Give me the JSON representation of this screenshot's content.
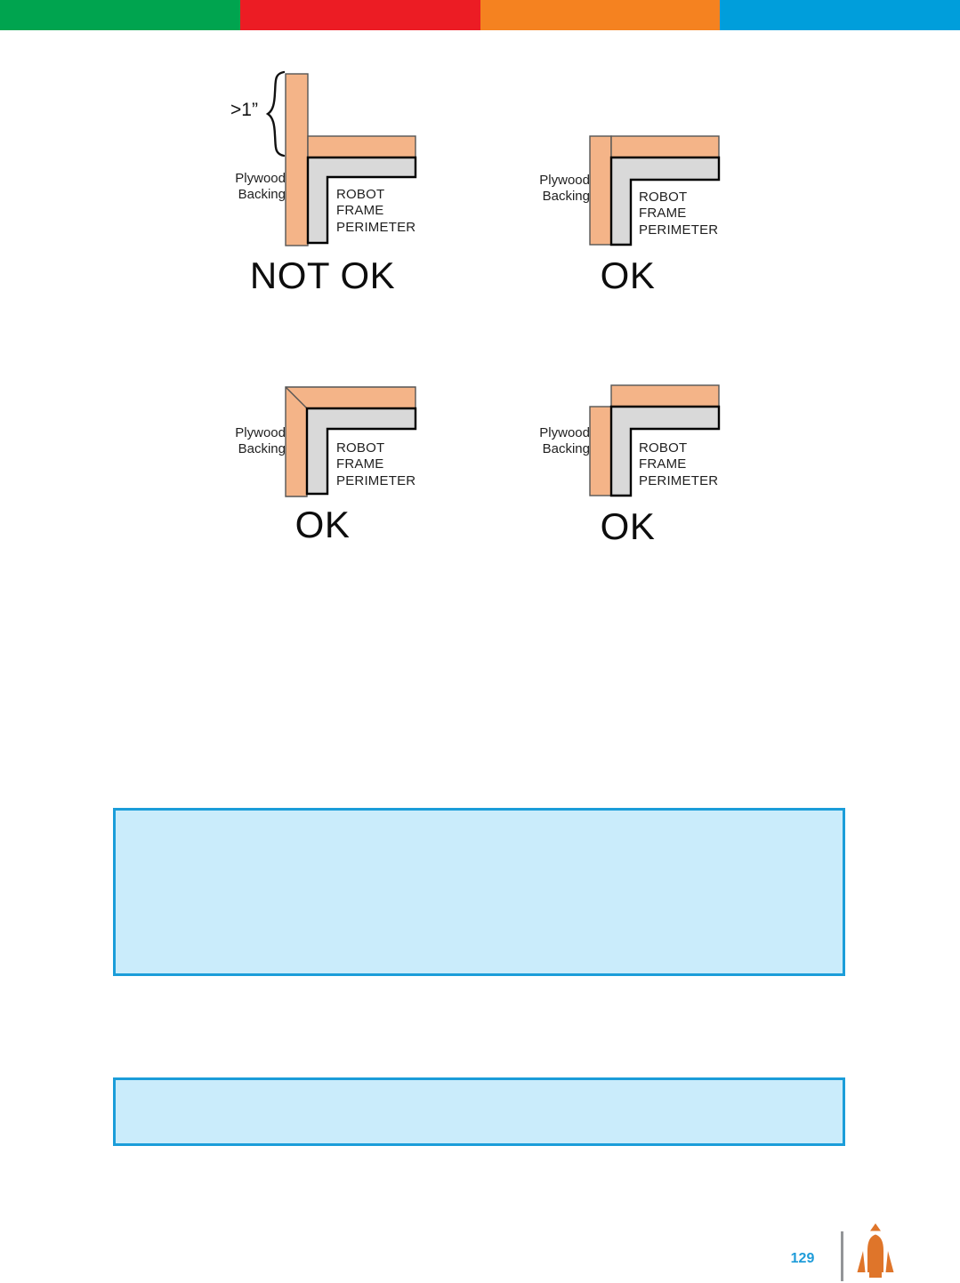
{
  "page": {
    "number": "129"
  },
  "header_bar": {
    "segments": [
      {
        "name": "green-segment",
        "color": "#00A44F"
      },
      {
        "name": "red-segment",
        "color": "#EC1C24"
      },
      {
        "name": "orange-segment",
        "color": "#F58220"
      },
      {
        "name": "blue-segment",
        "color": "#009EDB"
      }
    ]
  },
  "figure": {
    "colors": {
      "plywood_fill": "#F4B488",
      "frame_fill": "#D9D9D9",
      "frame_outline": "#000000"
    },
    "diagrams": [
      {
        "position": "top-left",
        "verdict": "NOT OK",
        "dimension_note": ">1”",
        "backing_label": [
          "Plywood",
          "Backing"
        ],
        "frame_label": [
          "ROBOT",
          "FRAME",
          "PERIMETER"
        ]
      },
      {
        "position": "top-right",
        "verdict": "OK",
        "backing_label": [
          "Plywood",
          "Backing"
        ],
        "frame_label": [
          "ROBOT",
          "FRAME",
          "PERIMETER"
        ]
      },
      {
        "position": "bottom-left",
        "verdict": "OK",
        "backing_label": [
          "Plywood",
          "Backing"
        ],
        "frame_label": [
          "ROBOT",
          "FRAME",
          "PERIMETER"
        ]
      },
      {
        "position": "bottom-right",
        "verdict": "OK",
        "backing_label": [
          "Plywood",
          "Backing"
        ],
        "frame_label": [
          "ROBOT",
          "FRAME",
          "PERIMETER"
        ]
      }
    ]
  },
  "note_boxes": [
    {
      "text": "",
      "fill": "#CAECFB",
      "border": "#1B9DD9"
    },
    {
      "text": "",
      "fill": "#CAECFB",
      "border": "#1B9DD9"
    }
  ],
  "footer": {
    "page_number": "129",
    "page_number_color": "#1F9CD9",
    "icon": "rocket-icon",
    "rocket_color": "#DF752A"
  }
}
